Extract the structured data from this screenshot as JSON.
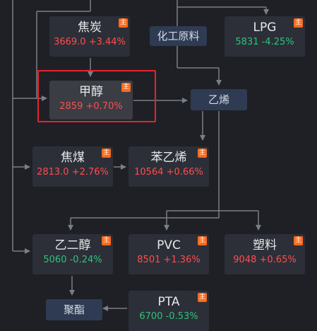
{
  "badge_label": "主",
  "colors": {
    "up": "#ff4d4f",
    "down": "#2ec27e",
    "highlight": "#e8232b",
    "badge": "#ff6a1a"
  },
  "products": {
    "jiaotan": {
      "name": "焦炭",
      "price": "3669.0",
      "change": "+3.44%",
      "direction": "up"
    },
    "jiachun": {
      "name": "甲醇",
      "price": "2859",
      "change": "+0.70%",
      "direction": "up",
      "selected": true
    },
    "lpg": {
      "name": "LPG",
      "price": "5831",
      "change": "-4.25%",
      "direction": "down"
    },
    "jiaomei": {
      "name": "焦煤",
      "price": "2813.0",
      "change": "+2.76%",
      "direction": "up"
    },
    "benyixi": {
      "name": "苯乙烯",
      "price": "10564",
      "change": "+0.66%",
      "direction": "up"
    },
    "yierchun": {
      "name": "乙二醇",
      "price": "5060",
      "change": "-0.24%",
      "direction": "down"
    },
    "pvc": {
      "name": "PVC",
      "price": "8501",
      "change": "+1.36%",
      "direction": "up"
    },
    "suliao": {
      "name": "塑料",
      "price": "9048",
      "change": "+0.65%",
      "direction": "up"
    },
    "pta": {
      "name": "PTA",
      "price": "6700",
      "change": "-0.53%",
      "direction": "down"
    }
  },
  "nodes": {
    "huagong": "化工原料",
    "yixi": "乙烯",
    "juzhi": "聚酯"
  }
}
